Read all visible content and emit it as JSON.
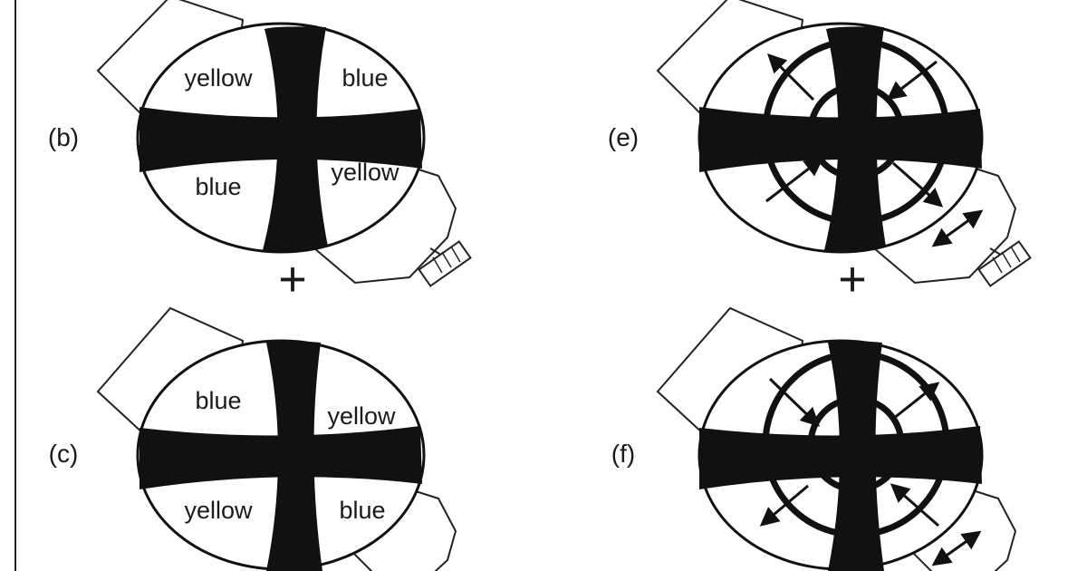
{
  "panels": {
    "b": {
      "label": "(b)",
      "sign": "+",
      "quadrants": {
        "top_left": "yellow",
        "top_right": "blue",
        "bottom_left": "blue",
        "bottom_right": "yellow"
      }
    },
    "c": {
      "label": "(c)",
      "quadrants": {
        "top_left": "blue",
        "top_right": "yellow",
        "bottom_left": "yellow",
        "bottom_right": "blue"
      }
    },
    "e": {
      "label": "(e)",
      "sign": "+"
    },
    "f": {
      "label": "(f)"
    }
  }
}
